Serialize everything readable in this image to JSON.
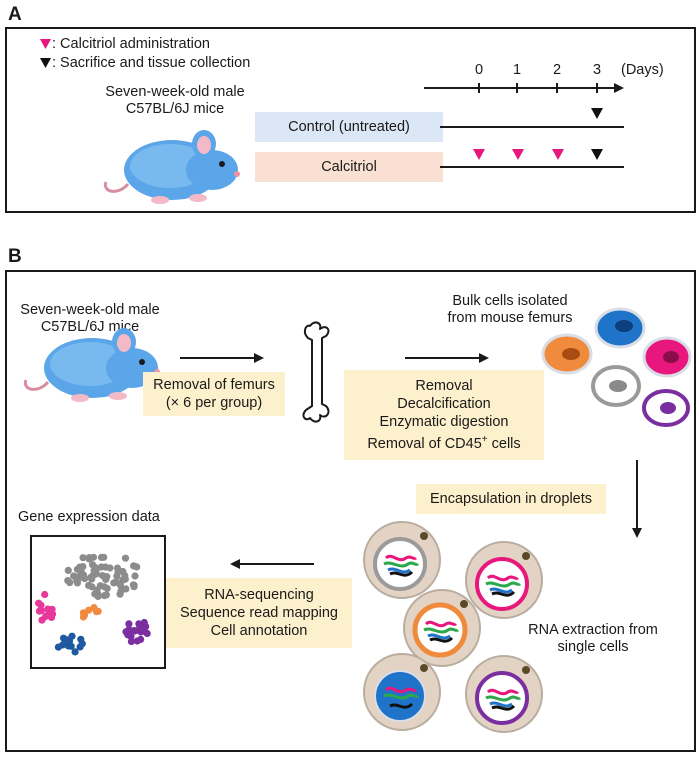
{
  "panel_a": {
    "letter": "A",
    "legend": [
      {
        "marker": "magenta-triangle",
        "color": "#e8177e",
        "label": ": Calcitriol administration"
      },
      {
        "marker": "black-triangle",
        "color": "#111111",
        "label": ": Sacrifice and tissue collection"
      }
    ],
    "mouse_label_line1": "Seven-week-old male",
    "mouse_label_line2": "C57BL/6J mice",
    "days": [
      "0",
      "1",
      "2",
      "3"
    ],
    "days_unit": "(Days)",
    "control_label": "Control (untreated)",
    "calcitriol_label": "Calcitriol"
  },
  "panel_b": {
    "letter": "B",
    "mouse_label_line1": "Seven-week-old male",
    "mouse_label_line2": "C57BL/6J mice",
    "femur_removal_line1": "Removal of femurs",
    "femur_removal_line2": "(× 6 per group)",
    "processing_lines": [
      "Removal",
      "Decalcification",
      "Enzymatic digestion"
    ],
    "processing_last_prefix": "Removal of CD45",
    "processing_last_sup": "+",
    "processing_last_suffix": " cells",
    "bulk_line1": "Bulk cells isolated",
    "bulk_line2": "from mouse femurs",
    "encapsulation": "Encapsulation in droplets",
    "rna_extraction_line1": "RNA extraction from",
    "rna_extraction_line2": "single cells",
    "seq_lines": [
      "RNA-sequencing",
      "Sequence read mapping",
      "Cell annotation"
    ],
    "gene_expression_title": "Gene expression data",
    "colors": {
      "mouse": "#5aa6e8",
      "cell_orange": "#f08a3c",
      "cell_blue": "#1f73c8",
      "cell_pink": "#e8177e",
      "cell_gray": "#9a9a9a",
      "cell_purple": "#7a2ea0",
      "cluster_gray": "#8c8c8c",
      "cluster_pink": "#e8389a",
      "cluster_orange": "#f08a3c",
      "cluster_blue": "#1f5aa0",
      "cluster_purple": "#7a2ea0"
    }
  }
}
